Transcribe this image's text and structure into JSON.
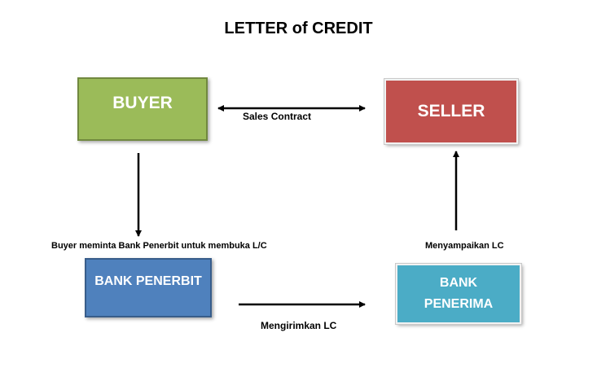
{
  "title": "LETTER of CREDIT",
  "nodes": {
    "buyer": "BUYER",
    "seller": "SELLER",
    "bank_penerbit": "BANK PENERBIT",
    "bank_penerima": "BANK PENERIMA"
  },
  "edges": {
    "sales_contract": "Sales Contract",
    "buyer_request": "Buyer meminta Bank Penerbit untuk membuka L/C",
    "mengirimkan": "Mengirimkan LC",
    "menyampaikan": "Menyampaikan LC"
  },
  "colors": {
    "buyer": "#9bbb59",
    "seller": "#c0504d",
    "bank_penerbit": "#4f81bd",
    "bank_penerima": "#4bacc6"
  }
}
